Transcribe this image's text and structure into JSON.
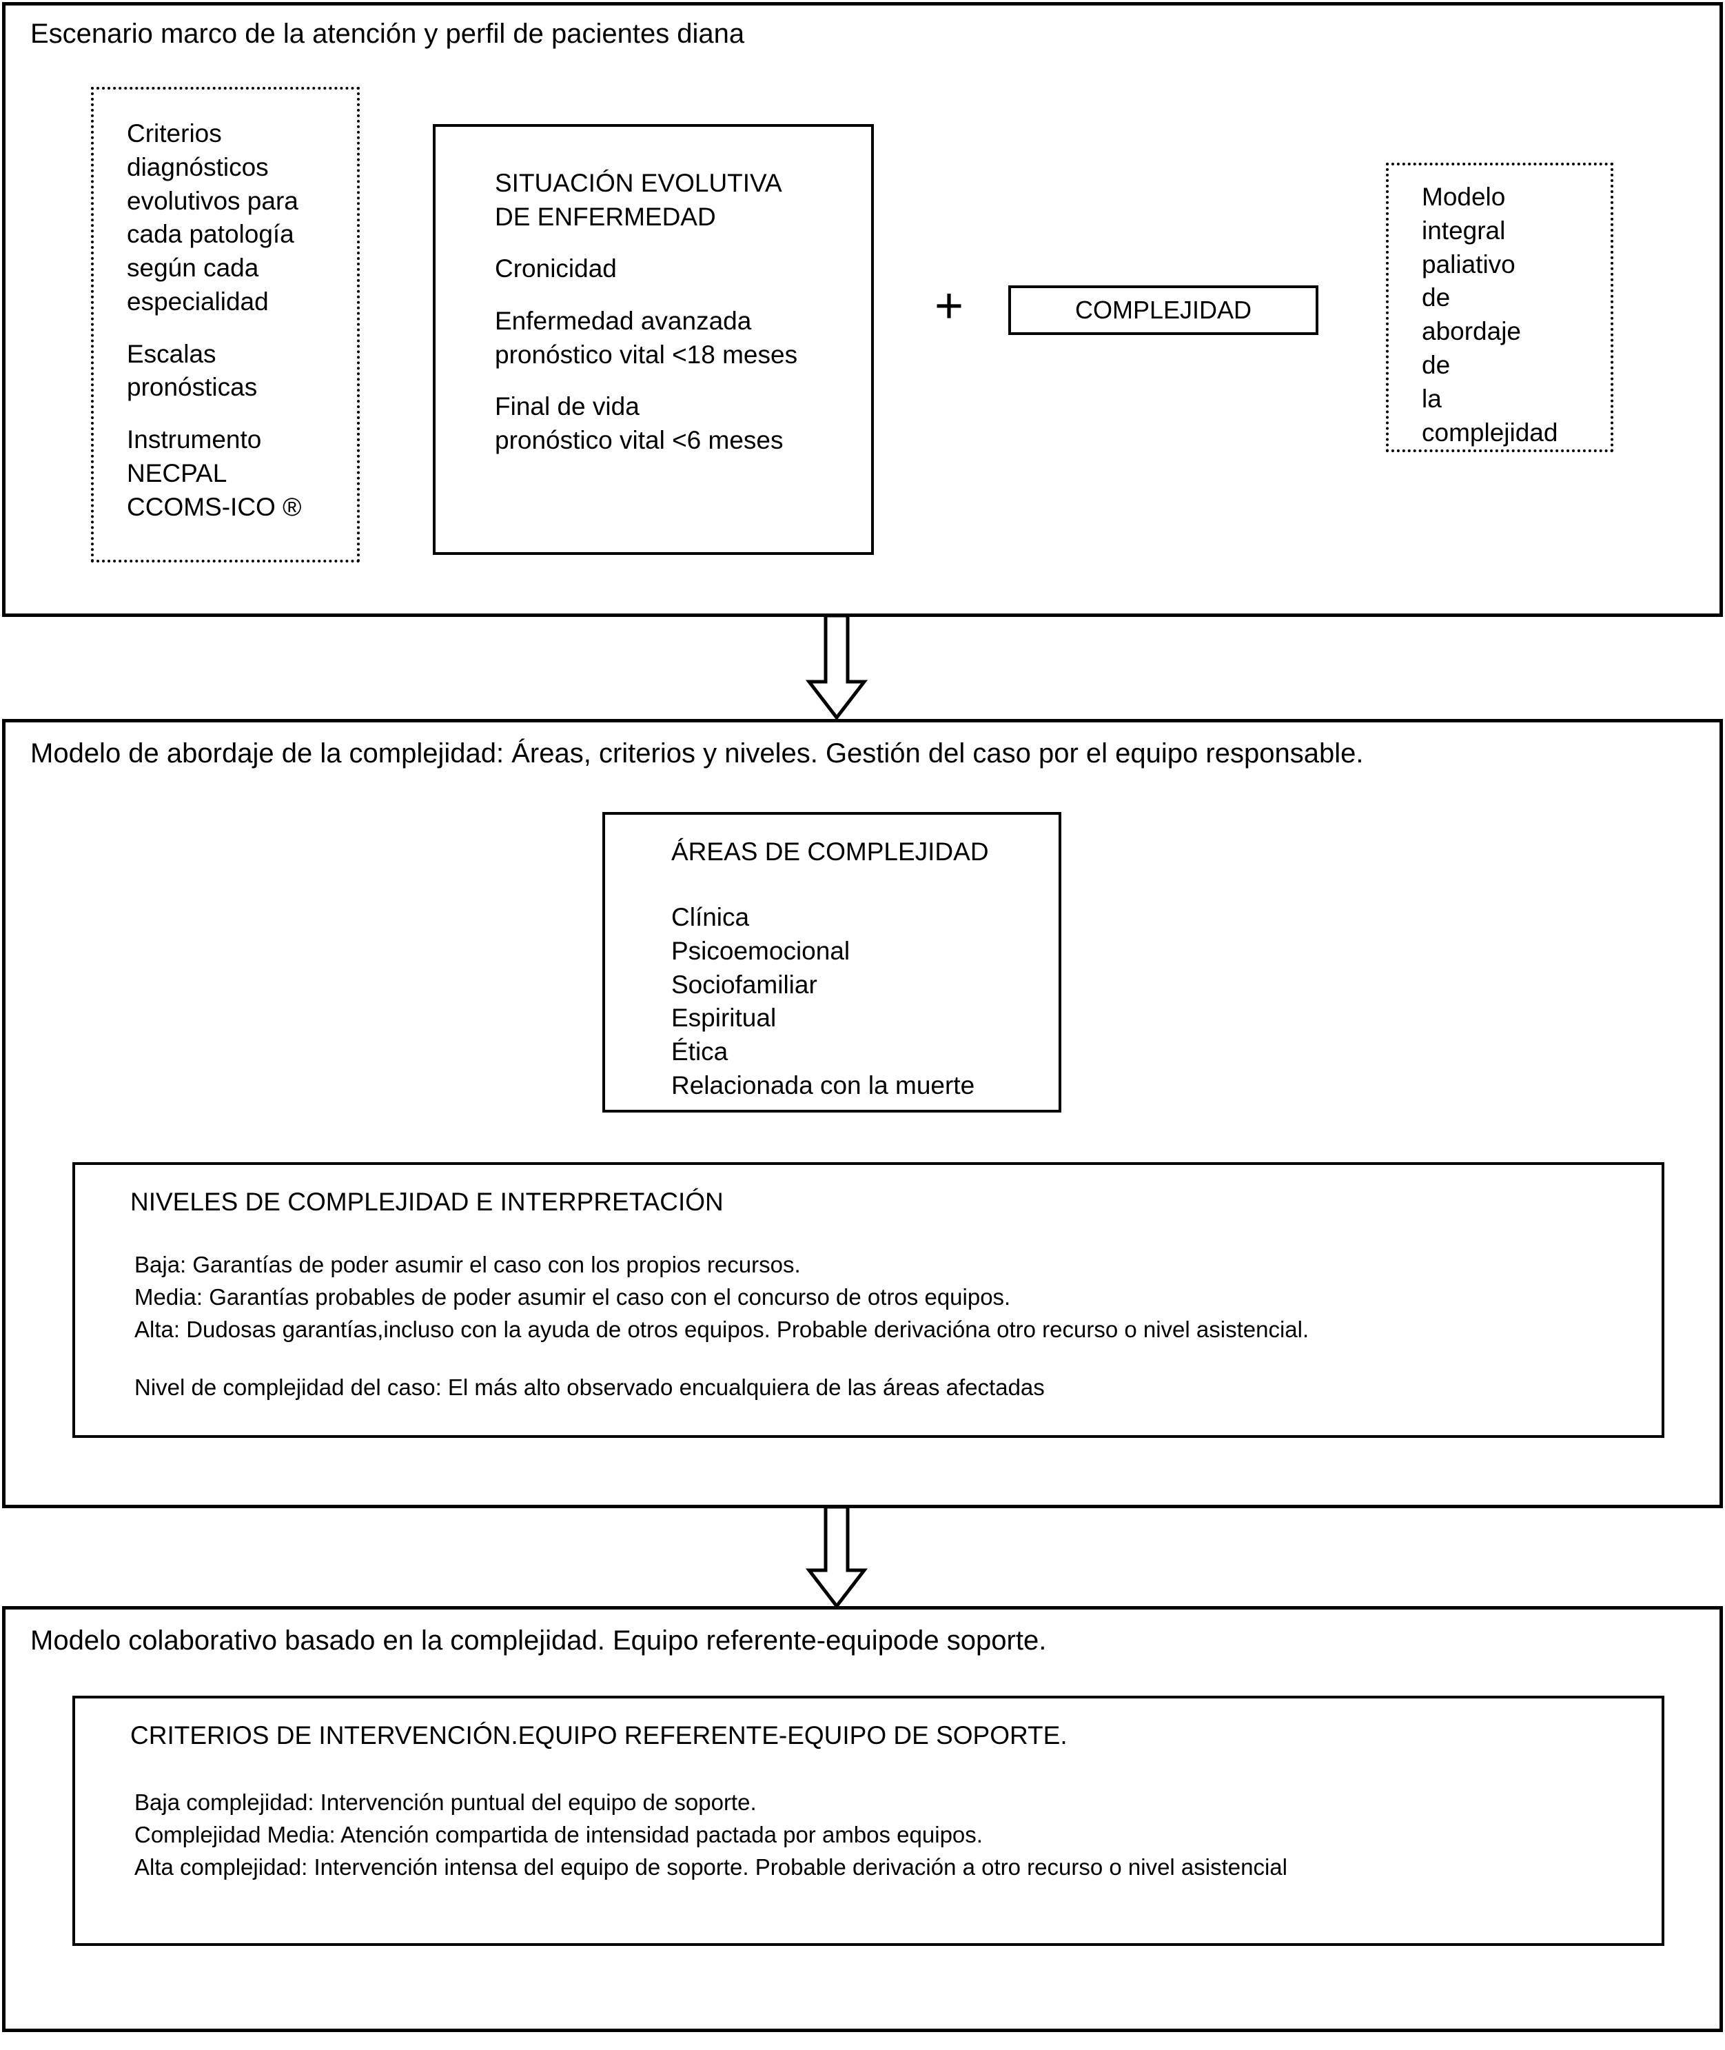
{
  "sections": [
    {
      "id": "escenario",
      "title": "Escenario marco de la atención y perfil de pacientes diana",
      "criteria_box": {
        "lines": [
          "Criterios",
          "diagnósticos",
          "evolutivos para",
          "cada patología",
          "según cada",
          "especialidad",
          "",
          "Escalas",
          "pronósticas",
          "",
          "Instrumento",
          "NECPAL",
          "CCOMS-ICO ®"
        ]
      },
      "situacion_box": {
        "title_lines": [
          "SITUACIÓN EVOLUTIVA",
          "DE ENFERMEDAD"
        ],
        "items": [
          [
            "Cronicidad"
          ],
          [
            "Enfermedad avanzada",
            "pronóstico vital <18 meses"
          ],
          [
            "Final de vida",
            "pronóstico vital <6 meses"
          ]
        ]
      },
      "plus": "+",
      "complejidad_box": {
        "label": "COMPLEJIDAD"
      },
      "modelo_box": {
        "lines": [
          "Modelo",
          "integral",
          "paliativo",
          "de",
          "abordaje",
          "de",
          "la",
          "complejidad"
        ]
      }
    },
    {
      "id": "abordaje",
      "title": "Modelo de abordaje de la complejidad: Áreas, criterios y niveles. Gestión del caso por el equipo responsable.",
      "areas_box": {
        "title": "ÁREAS DE COMPLEJIDAD",
        "items": [
          "Clínica",
          "Psicoemocional",
          "Sociofamiliar",
          "Espiritual",
          "Ética",
          "Relacionada con la muerte"
        ]
      },
      "niveles_box": {
        "title": "NIVELES DE COMPLEJIDAD E INTERPRETACIÓN",
        "lines": [
          "Baja: Garantías de poder asumir el caso con los propios recursos.",
          "Media: Garantías probables de poder asumir el caso con el concurso de otros equipos.",
          "Alta: Dudosas garantías,incluso con la ayuda de otros equipos. Probable derivacióna otro recurso o nivel asistencial."
        ],
        "footer": "Nivel de complejidad del caso: El más alto observado encualquiera de las áreas afectadas"
      }
    },
    {
      "id": "colaborativo",
      "title": "Modelo colaborativo basado en la complejidad. Equipo referente-equipode soporte.",
      "criterios_box": {
        "title": "CRITERIOS DE INTERVENCIÓN.EQUIPO REFERENTE-EQUIPO DE SOPORTE.",
        "lines": [
          "Baja complejidad: Intervención puntual del equipo de soporte.",
          "Complejidad Media: Atención compartida de intensidad pactada por ambos equipos.",
          "Alta complejidad: Intervención intensa del equipo de soporte. Probable derivación a otro recurso o nivel asistencial"
        ]
      }
    }
  ],
  "connectors": [
    {
      "name": "arrow-section1-to-section2",
      "direction": "down"
    },
    {
      "name": "arrow-section2-to-section3",
      "direction": "down"
    }
  ],
  "colors": {
    "stroke": "#000000",
    "background": "#ffffff"
  }
}
